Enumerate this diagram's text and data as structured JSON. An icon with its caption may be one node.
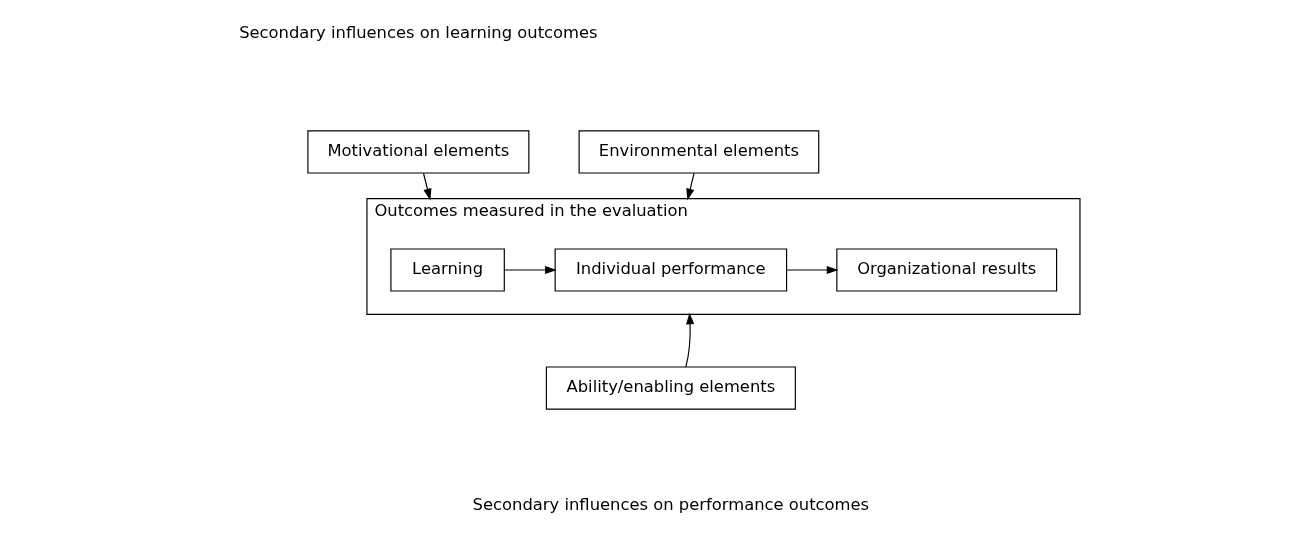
{
  "diagram": {
    "nodes": [
      {
        "text": [
          "Motivational elements"
        ]
      },
      {
        "text": [
          "Environmental elements"
        ]
      },
      {
        "text": [
          "Outcomes measured in the evaluation"
        ]
      },
      {
        "text": [
          "Learning"
        ],
        "in": 2
      },
      {
        "text": [
          "Individual performance"
        ],
        "in": 2
      },
      {
        "text": [
          "Organizational results"
        ],
        "in": 2
      },
      {
        "text": [
          "Ability/enabling elements"
        ]
      }
    ],
    "edges": [
      {
        "from": 0,
        "to": 2,
        "arrow": "to"
      },
      {
        "from": 1,
        "to": 2,
        "arrow": "to"
      },
      {
        "from": 3,
        "to": 4,
        "arrow": "to"
      },
      {
        "from": 4,
        "to": 5,
        "arrow": "to"
      },
      {
        "from": 6,
        "to": 2,
        "arrow": "to"
      }
    ],
    "labels": [
      "Secondary influences on learning outcomes",
      "Secondary influences on performance outcomes"
    ]
  }
}
